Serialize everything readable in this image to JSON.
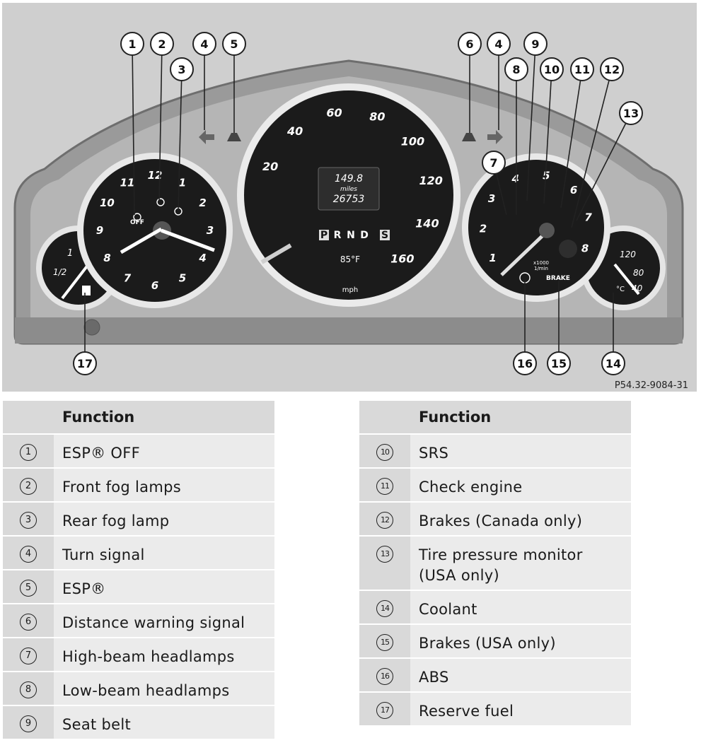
{
  "figure": {
    "reference_code": "P54.32-9084-31",
    "callouts": [
      "1",
      "2",
      "3",
      "4",
      "5",
      "6",
      "4",
      "9",
      "8",
      "10",
      "11",
      "12",
      "13",
      "7",
      "16",
      "15",
      "14",
      "17"
    ],
    "speedometer": {
      "ticks": [
        "20",
        "40",
        "60",
        "80",
        "100",
        "120",
        "140",
        "160"
      ],
      "odometer_trip": "149.8",
      "odometer_unit": "miles",
      "odometer_total": "26753",
      "gears": [
        "P",
        "R",
        "N",
        "D",
        "S"
      ],
      "temperature": "85°F",
      "unit": "mph"
    },
    "left_dial": {
      "ticks": [
        "12",
        "1",
        "2",
        "3",
        "4",
        "5",
        "6",
        "7",
        "8",
        "9",
        "10",
        "11"
      ],
      "esp_off_label": "OFF"
    },
    "tachometer": {
      "ticks": [
        "1",
        "2",
        "3",
        "4",
        "5",
        "6",
        "7",
        "8"
      ],
      "unit_line1": "x1000",
      "unit_line2": "1/min",
      "brake_label": "BRAKE"
    },
    "fuel_gauge": {
      "ticks": [
        "1",
        "1/2"
      ]
    },
    "coolant_gauge": {
      "ticks": [
        "120",
        "80",
        "40"
      ],
      "unit": "°C"
    },
    "colors": {
      "panel_bg": "#c8c8c8",
      "dial_black": "#1b1b1b",
      "chrome": "#e4e4e4"
    }
  },
  "table_left": {
    "header": "Function",
    "rows": [
      {
        "num": "1",
        "text": "ESP® OFF"
      },
      {
        "num": "2",
        "text": "Front fog lamps"
      },
      {
        "num": "3",
        "text": "Rear fog lamp"
      },
      {
        "num": "4",
        "text": "Turn signal"
      },
      {
        "num": "5",
        "text": "ESP®"
      },
      {
        "num": "6",
        "text": "Distance warning signal"
      },
      {
        "num": "7",
        "text": "High-beam headlamps"
      },
      {
        "num": "8",
        "text": "Low-beam headlamps"
      },
      {
        "num": "9",
        "text": "Seat belt"
      }
    ]
  },
  "table_right": {
    "header": "Function",
    "rows": [
      {
        "num": "10",
        "text": "SRS"
      },
      {
        "num": "11",
        "text": "Check engine"
      },
      {
        "num": "12",
        "text": "Brakes (Canada only)"
      },
      {
        "num": "13",
        "text": "Tire pressure monitor (USA only)"
      },
      {
        "num": "14",
        "text": "Coolant"
      },
      {
        "num": "15",
        "text": "Brakes (USA only)"
      },
      {
        "num": "16",
        "text": "ABS"
      },
      {
        "num": "17",
        "text": "Reserve fuel"
      }
    ]
  }
}
